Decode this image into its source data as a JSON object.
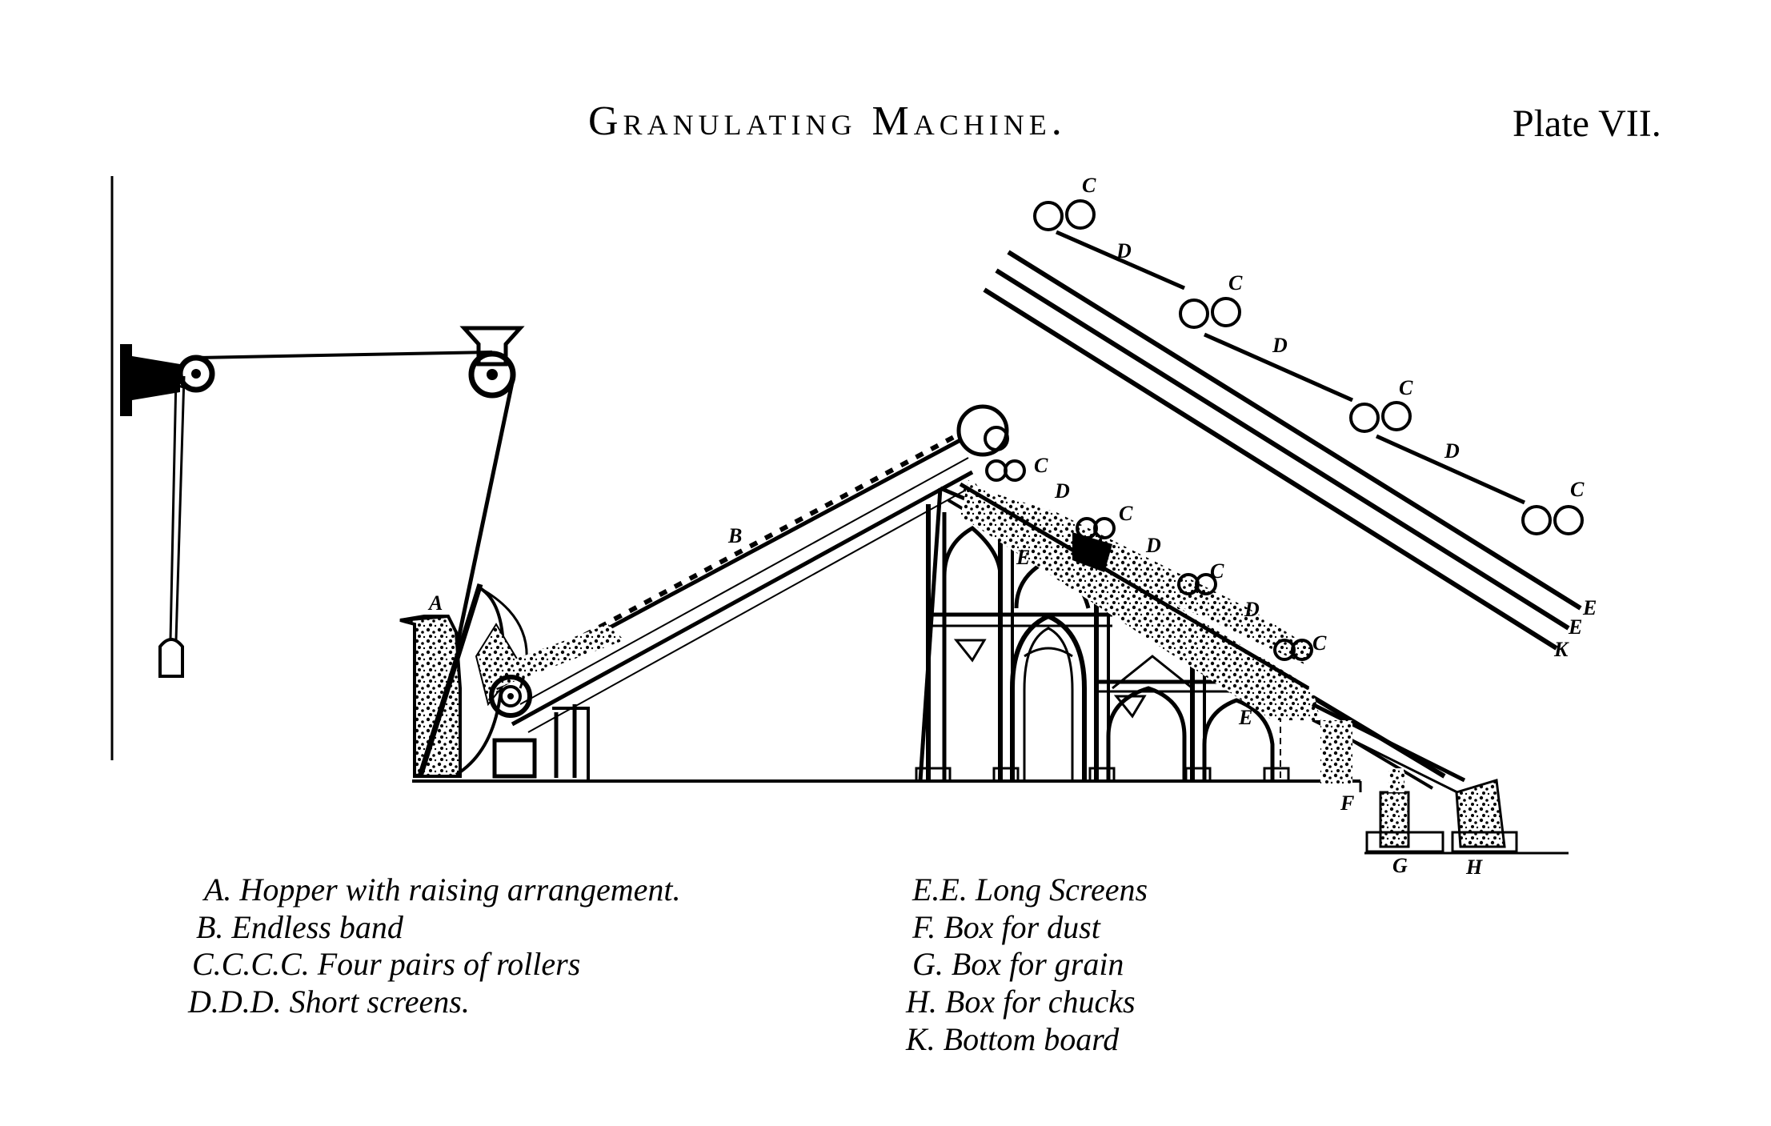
{
  "title": "Granulating Machine.",
  "plate_number": "Plate VII.",
  "colors": {
    "ink": "#000000",
    "paper": "#ffffff"
  },
  "labels": {
    "A": "A",
    "B": "B",
    "C": "C",
    "D": "D",
    "E": "E",
    "F": "F",
    "G": "G",
    "H": "H",
    "K": "K"
  },
  "legend_left": [
    "A. Hopper with raising arrangement.",
    "B. Endless band",
    "C.C.C.C. Four pairs of rollers",
    "D.D.D. Short screens."
  ],
  "legend_right": [
    "E.E. Long Screens",
    "F. Box for dust",
    "G. Box for grain",
    "H. Box for chucks",
    "K. Bottom board"
  ]
}
